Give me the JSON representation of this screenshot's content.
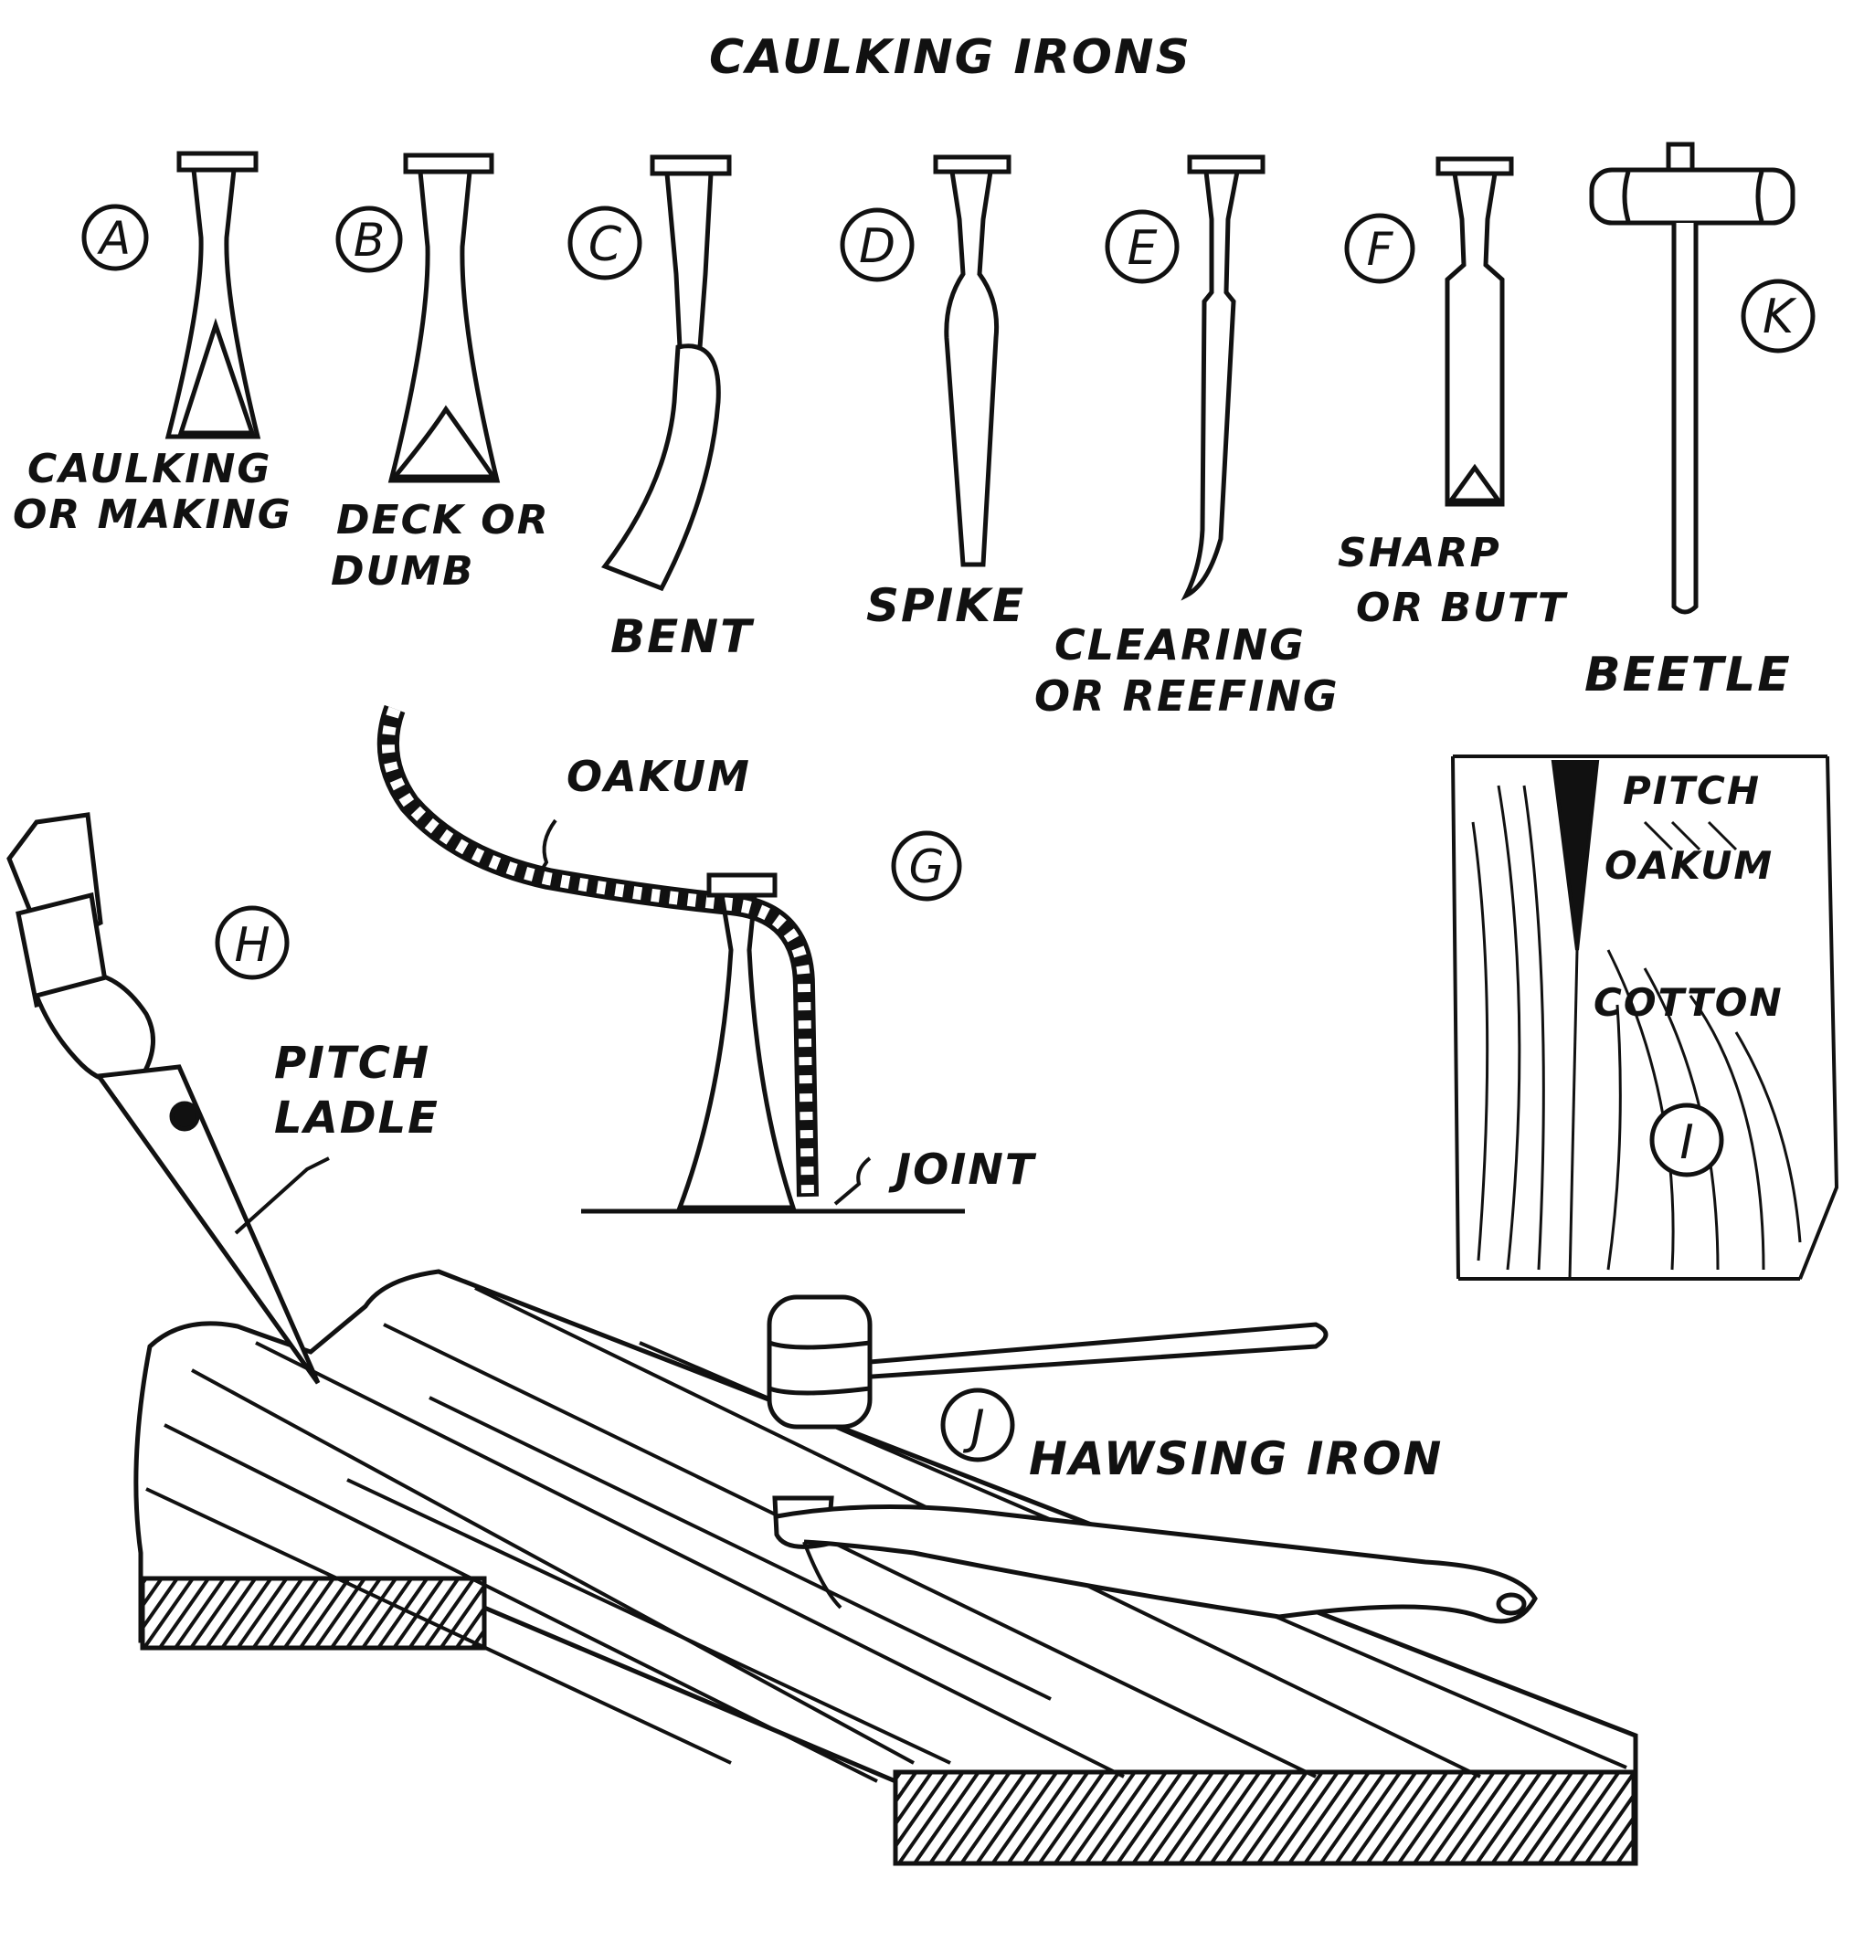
{
  "title": "CAULKING IRONS",
  "tools": [
    {
      "letter": "A",
      "name_lines": [
        "CAULKING",
        "OR MAKING"
      ]
    },
    {
      "letter": "B",
      "name_lines": [
        "DECK OR",
        "DUMB"
      ]
    },
    {
      "letter": "C",
      "name_lines": [
        "BENT"
      ]
    },
    {
      "letter": "D",
      "name_lines": [
        "SPIKE"
      ]
    },
    {
      "letter": "E",
      "name_lines": [
        "CLEARING",
        "OR REEFING"
      ]
    },
    {
      "letter": "F",
      "name_lines": [
        "SHARP",
        "OR BUTT"
      ]
    },
    {
      "letter": "K",
      "name_lines": [
        "BEETLE"
      ]
    }
  ],
  "figure_g": {
    "letter": "G",
    "oakum": "OAKUM",
    "joint": "JOINT"
  },
  "figure_h": {
    "letter": "H",
    "label_lines": [
      "PITCH",
      "LADLE"
    ]
  },
  "figure_i": {
    "letter": "I",
    "pitch": "PITCH",
    "oakum": "OAKUM",
    "cotton": "COTTON"
  },
  "figure_j": {
    "letter": "J",
    "label": "HAWSING IRON"
  },
  "colors": {
    "ink": "#111111",
    "paper": "#ffffff"
  }
}
